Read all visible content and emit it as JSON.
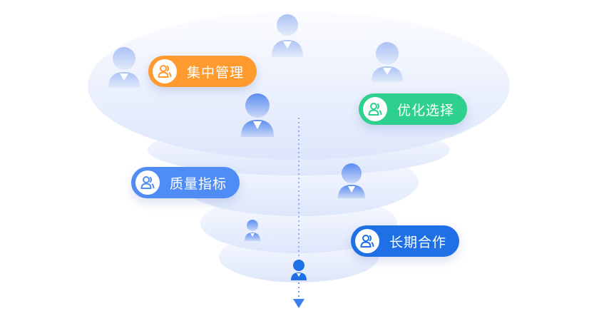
{
  "labels": {
    "centralized_management": "集中管理",
    "optimize_selection": "优化选择",
    "quality_indicators": "质量指标",
    "long_term_cooperation": "长期合作"
  },
  "colors": {
    "orange": "#ff9a2e",
    "green": "#2ed08d",
    "blue": "#4f8df5",
    "deep_blue": "#1f6fe5",
    "funnel_light": "#f3f6ff",
    "funnel_dark": "#dfe7fb",
    "arrow": "#3d7ff0"
  }
}
